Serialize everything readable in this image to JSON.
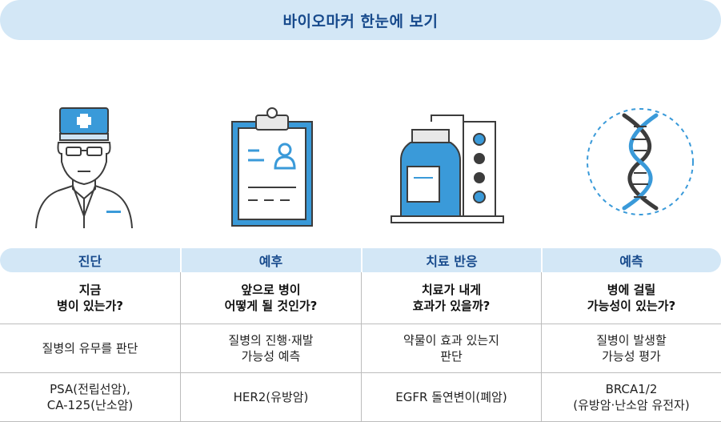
{
  "title": "바이오마커 한눈에 보기",
  "icons": [
    "doctor-icon",
    "clipboard-icon",
    "medicine-bottle-icon",
    "dna-icon"
  ],
  "columns": [
    {
      "header": "진단",
      "question": "지금\n병이 있는가?",
      "description": "질병의 유무를 판단",
      "example": "PSA(전립선암),\nCA-125(난소암)"
    },
    {
      "header": "예후",
      "question": "앞으로 병이\n어떻게 될 것인가?",
      "description": "질병의 진행·재발\n가능성 예측",
      "example": "HER2(유방암)"
    },
    {
      "header": "치료 반응",
      "question": "치료가 내게\n효과가 있을까?",
      "description": "약물이 효과 있는지\n판단",
      "example": "EGFR 돌연변이(폐암)"
    },
    {
      "header": "예측",
      "question": "병에 걸릴\n가능성이 있는가?",
      "description": "질병이 발생할\n가능성 평가",
      "example": "BRCA1/2\n(유방암·난소암 유전자)"
    }
  ],
  "colors": {
    "accent_dark": "#174a8c",
    "accent_light": "#d3e7f6",
    "icon_blue": "#3a9ad9",
    "icon_outline": "#3c3c3c"
  }
}
